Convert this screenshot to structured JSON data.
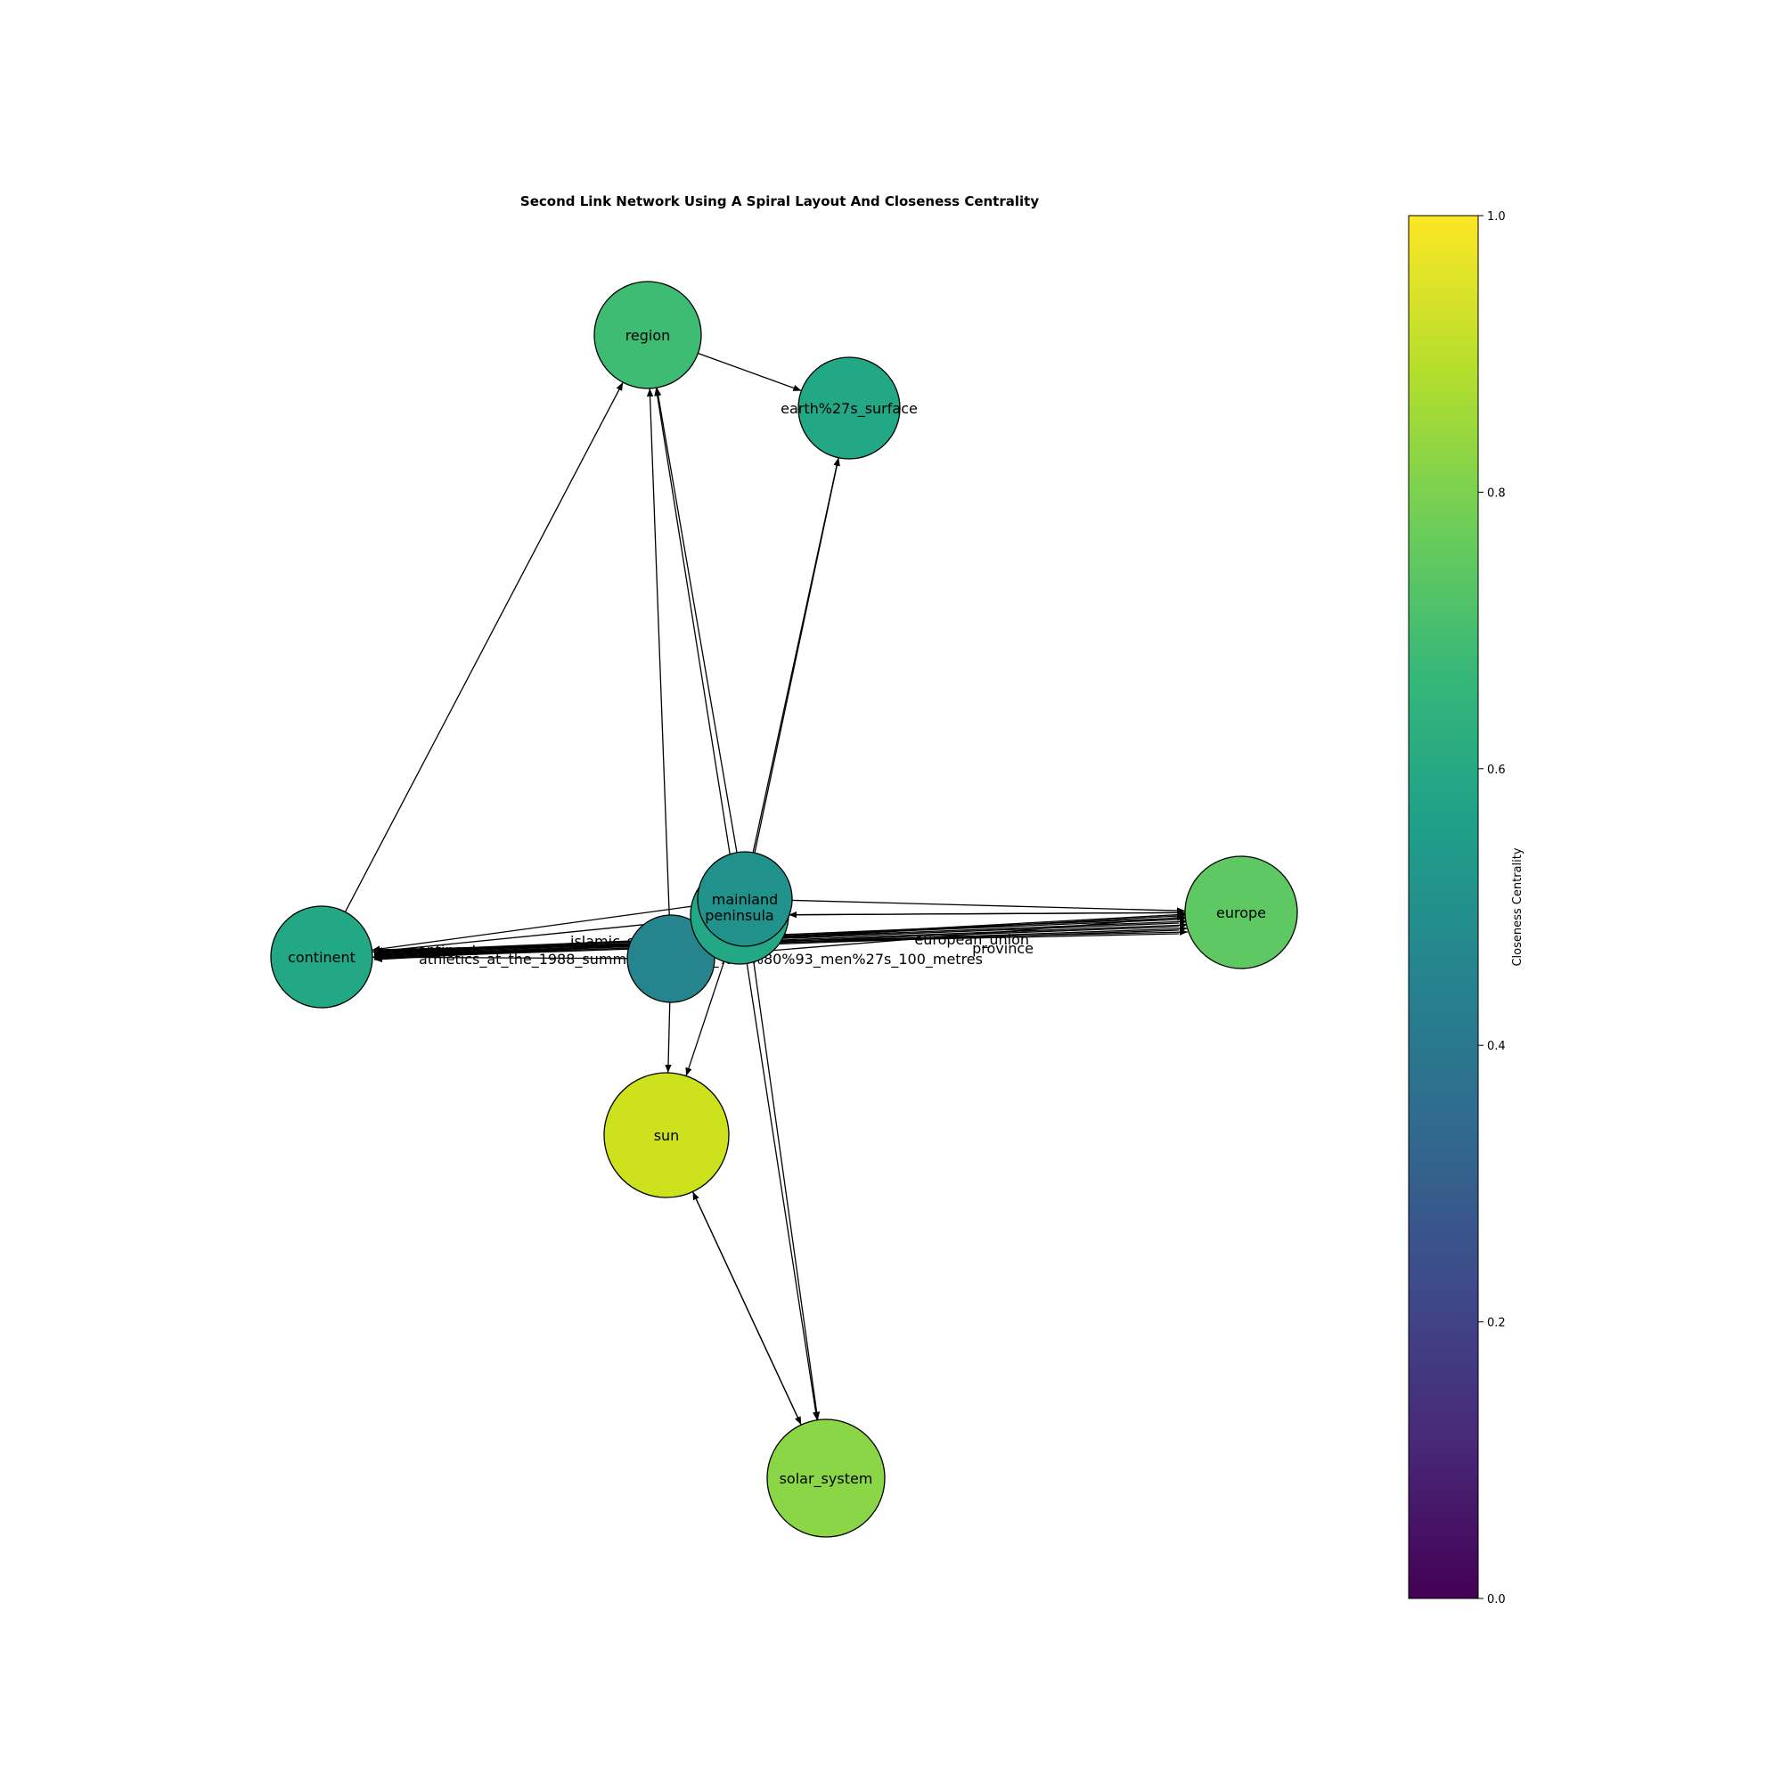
{
  "title": "Second Link Network Using A Spiral Layout And Closeness Centrality",
  "colorbar": {
    "label": "Closeness Centrality",
    "ticks": [
      "0.0",
      "0.2",
      "0.4",
      "0.6",
      "0.8",
      "1.0"
    ],
    "stops": [
      "#440154",
      "#482878",
      "#3e4989",
      "#31688e",
      "#26828e",
      "#1f9e89",
      "#35b779",
      "#6ece58",
      "#b5de2b",
      "#fde725"
    ]
  },
  "nodes": [
    {
      "id": "region",
      "label": "region",
      "color": "#3fbc73"
    },
    {
      "id": "earth",
      "label": "earth%27s_surface",
      "color": "#22a884"
    },
    {
      "id": "continent",
      "label": "continent",
      "color": "#22a884"
    },
    {
      "id": "europe",
      "label": "europe",
      "color": "#5ec962"
    },
    {
      "id": "mainland",
      "label": "mainland",
      "color": "#21918c"
    },
    {
      "id": "peninsula",
      "label": "peninsula",
      "color": "#22a884"
    },
    {
      "id": "hub",
      "label": "",
      "color": "#25848e"
    },
    {
      "id": "sun",
      "label": "sun",
      "color": "#cde11d"
    },
    {
      "id": "solar",
      "label": "solar_system",
      "color": "#8bd646"
    }
  ],
  "cluster_labels": [
    "athletics_at_the_1988_summer_olympics_%e2%80%93_men%27s_100_metres",
    "islamic_state",
    "province",
    "continent",
    "european_union"
  ]
}
